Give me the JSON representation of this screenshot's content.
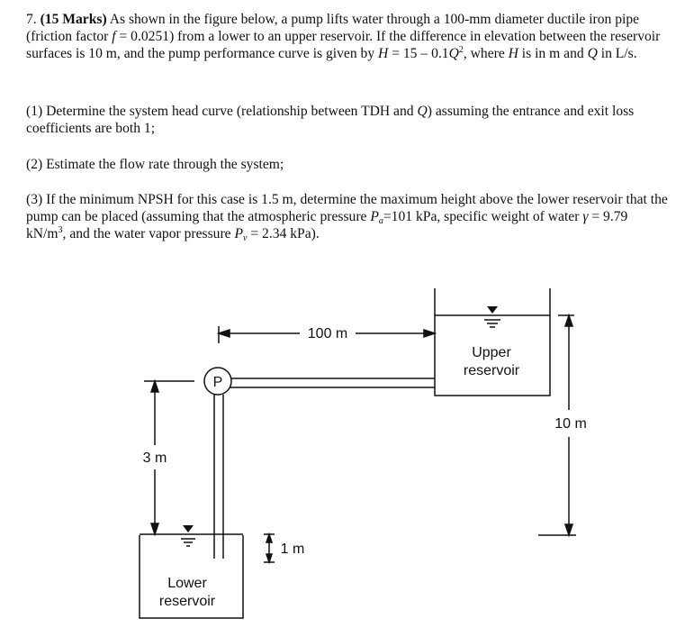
{
  "problem": {
    "number": "7.",
    "marks": "(15 Marks)",
    "intro_a": " As shown in the figure below, a pump lifts water through a 100-mm diameter ductile iron pipe (friction factor ",
    "f_symbol": "f",
    "intro_b": " = 0.0251) from a lower to an upper reservoir.  If the difference in elevation between the reservoir surfaces is 10 m, and the pump performance curve is given by ",
    "H_symbol": "H",
    "intro_c": " = 15 – 0.1",
    "Q_symbol": "Q",
    "sq": "2",
    "intro_d": ", where ",
    "intro_e": " is in m and ",
    "intro_f": " in L/s.",
    "part1_a": "(1) Determine the system head curve (relationship between TDH and ",
    "part1_b": ") assuming the entrance and exit loss coefficients are both 1;",
    "part2": "(2) Estimate the flow rate through the system;",
    "part3_a": "(3) If the minimum NPSH for this case is 1.5 m, determine the maximum height above the lower reservoir that the pump can be placed (assuming that the atmospheric pressure ",
    "Pa_symbol": "P",
    "Pa_sub": "a",
    "part3_b": "=101 kPa, specific weight of water ",
    "gamma": "γ",
    "part3_c": " = 9.79 kN/m",
    "cube": "3",
    "part3_d": ", and the water vapor pressure ",
    "Pv_symbol": "P",
    "Pv_sub": "v",
    "part3_e": " = 2.34 kPa)."
  },
  "figure": {
    "pipe_length": "100 m",
    "upper_reservoir_line1": "Upper",
    "upper_reservoir_line2": "reservoir",
    "lower_reservoir_line1": "Lower",
    "lower_reservoir_line2": "reservoir",
    "pump_label": "P",
    "elevation_difference": "10 m",
    "pump_height": "3 m",
    "intake_depth": "1 m"
  }
}
